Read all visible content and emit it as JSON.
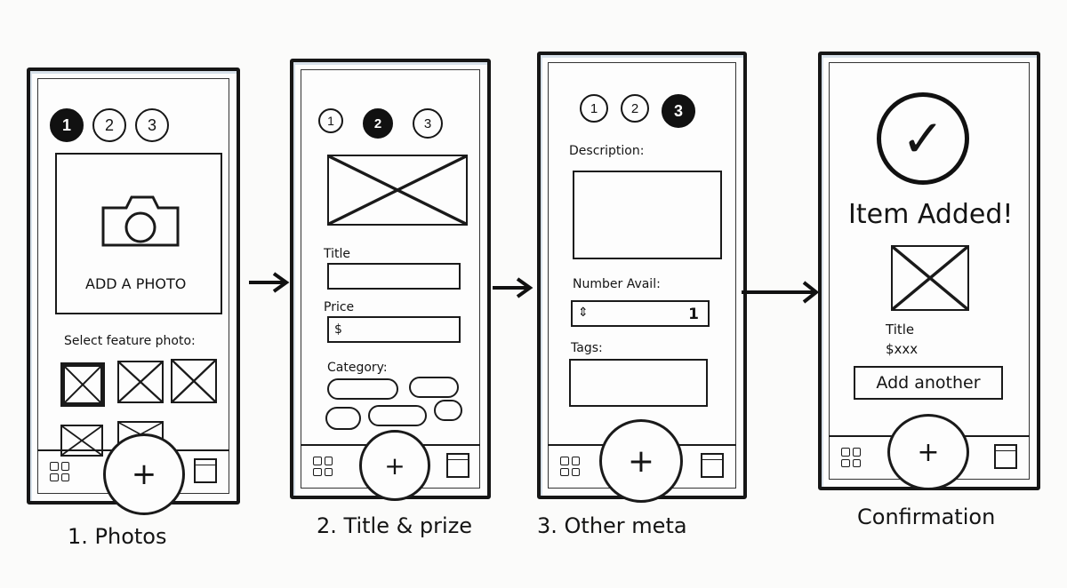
{
  "screens": [
    {
      "steps": [
        "1",
        "2",
        "3"
      ],
      "active_step": 1,
      "photo_label": "ADD A PHOTO",
      "feature_label": "Select feature photo:",
      "fab_label": "+",
      "caption": "1. Photos"
    },
    {
      "steps": [
        "1",
        "2",
        "3"
      ],
      "active_step": 2,
      "title_label": "Title",
      "price_label": "Price",
      "price_prefix": "$",
      "category_label": "Category:",
      "fab_label": "+",
      "caption": "2. Title & prize"
    },
    {
      "steps": [
        "1",
        "2",
        "3"
      ],
      "active_step": 3,
      "description_label": "Description:",
      "number_label": "Number Avail:",
      "stepper_icon": "up-down-arrows-icon",
      "number_value": "1",
      "tags_label": "Tags:",
      "fab_label": "+",
      "caption": "3. Other meta"
    },
    {
      "check_icon": "checkmark-icon",
      "heading": "Item Added!",
      "item_title": "Title",
      "item_price": "$xxx",
      "add_another_label": "Add another",
      "fab_label": "+",
      "caption": "Confirmation"
    }
  ],
  "colors": {
    "ink": "#141414",
    "paper": "#fbfbfa",
    "smudge": "#d7e1ea"
  }
}
